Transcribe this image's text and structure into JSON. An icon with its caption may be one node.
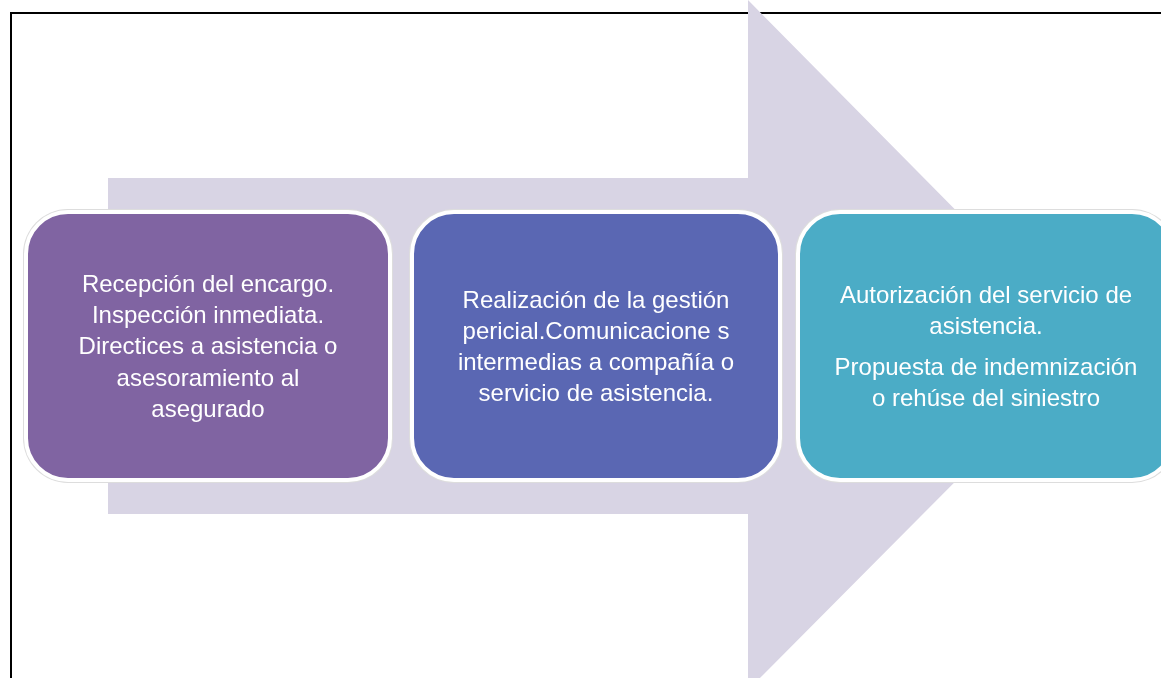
{
  "diagram": {
    "nodes": [
      {
        "text": [
          "Recepción del encargo. Inspección inmediata. Directices a asistencia o asesoramiento al asegurado"
        ]
      },
      {
        "text": [
          "Realización de la gestión pericial.Comunicacione s intermedias a compañía o servicio de asistencia."
        ]
      },
      {
        "text": [
          "Autorización del servicio de asistencia.",
          "Propuesta de indemnización o rehúse del siniestro"
        ]
      }
    ],
    "edges": [
      {
        "from": 0,
        "to": 2,
        "arrow": "to"
      }
    ]
  }
}
